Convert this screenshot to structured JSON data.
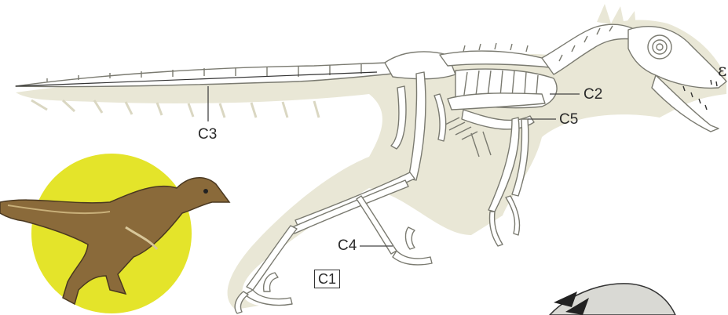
{
  "labels": {
    "c1": "C1",
    "c2": "C2",
    "c3": "C3",
    "c4": "C4",
    "c5": "C5",
    "edge_glyph": "ε"
  },
  "colors": {
    "background": "#ffffff",
    "feather_outline": "#e9e7d6",
    "bone_fill": "#ffffff",
    "bone_stroke": "#7a7a70",
    "sun_disc": "#e4e42a",
    "restoration_brown": "#8a6a3a",
    "label_text": "#2a2a2a"
  }
}
